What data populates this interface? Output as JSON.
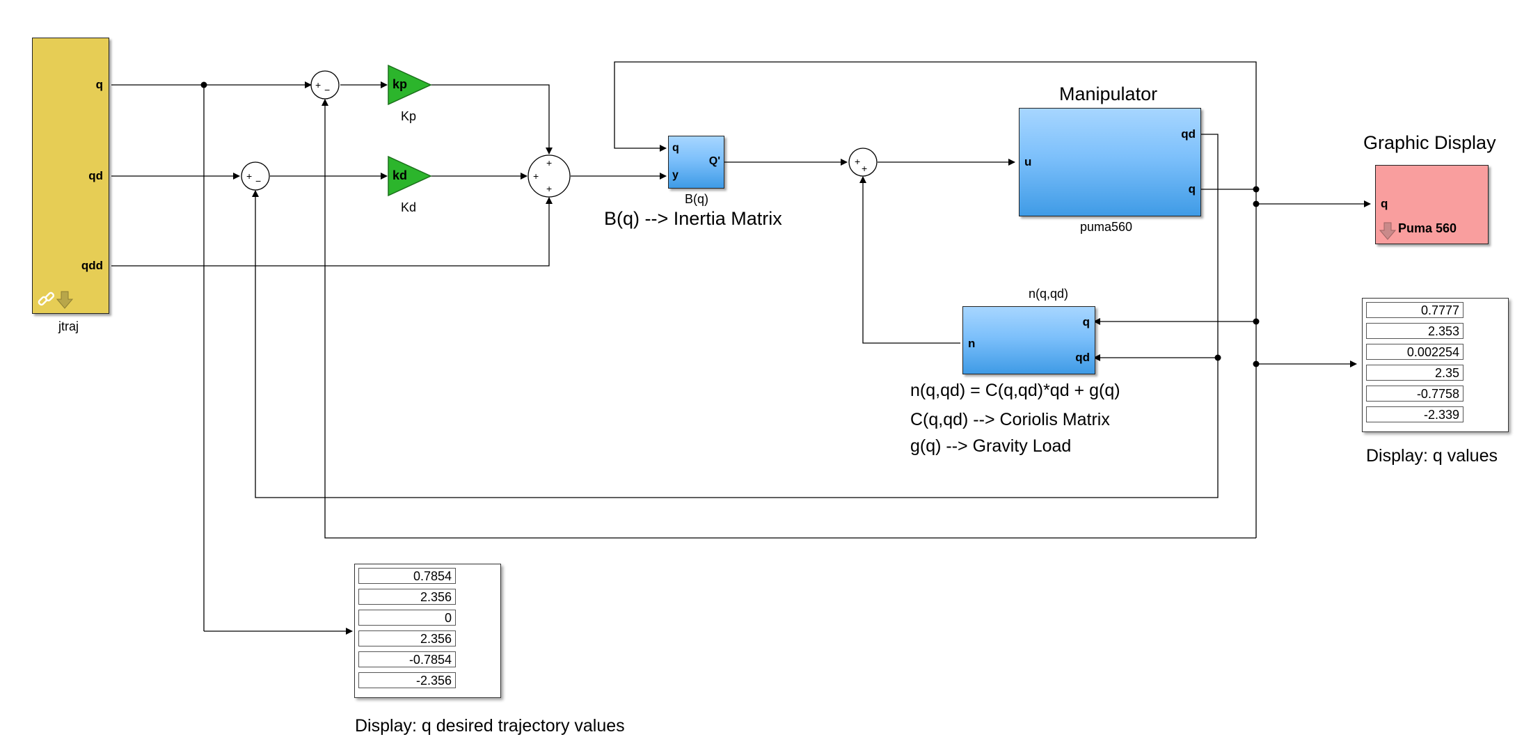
{
  "blocks": {
    "jtraj": {
      "name": "jtraj",
      "ports": [
        "q",
        "qd",
        "qdd"
      ]
    },
    "kp": {
      "text": "kp",
      "name": "Kp"
    },
    "kd": {
      "text": "kd",
      "name": "Kd"
    },
    "bq": {
      "name": "B(q)",
      "in_q": "q",
      "in_y": "y",
      "out": "Q'",
      "annotation": "B(q) --> Inertia Matrix"
    },
    "manipulator": {
      "title": "Manipulator",
      "name": "puma560",
      "in": "u",
      "out_qd": "qd",
      "out_q": "q"
    },
    "nqqd": {
      "title": "n(q,qd)",
      "out": "n",
      "in_q": "q",
      "in_qd": "qd",
      "annotations": [
        "n(q,qd) = C(q,qd)*qd + g(q)",
        "C(q,qd) --> Coriolis Matrix",
        "g(q) --> Gravity Load"
      ]
    },
    "graphic": {
      "title": "Graphic Display",
      "in": "q",
      "label": "Puma 560"
    }
  },
  "sum_signs": {
    "plus": "+",
    "minus": "−"
  },
  "displays": {
    "q_values": {
      "values": [
        "0.7777",
        "2.353",
        "0.002254",
        "2.35",
        "-0.7758",
        "-2.339"
      ],
      "label": "Display: q values"
    },
    "q_desired": {
      "values": [
        "0.7854",
        "2.356",
        "0",
        "2.356",
        "-0.7854",
        "-2.356"
      ],
      "label": "Display: q desired trajectory values"
    }
  },
  "icons": [
    "link-icon",
    "arrow-down-icon"
  ],
  "colors": {
    "jtraj": "#e6cd55",
    "gain": "#2cb52c",
    "subsystem": "#5aaef0",
    "graphic": "#f99e9e"
  }
}
